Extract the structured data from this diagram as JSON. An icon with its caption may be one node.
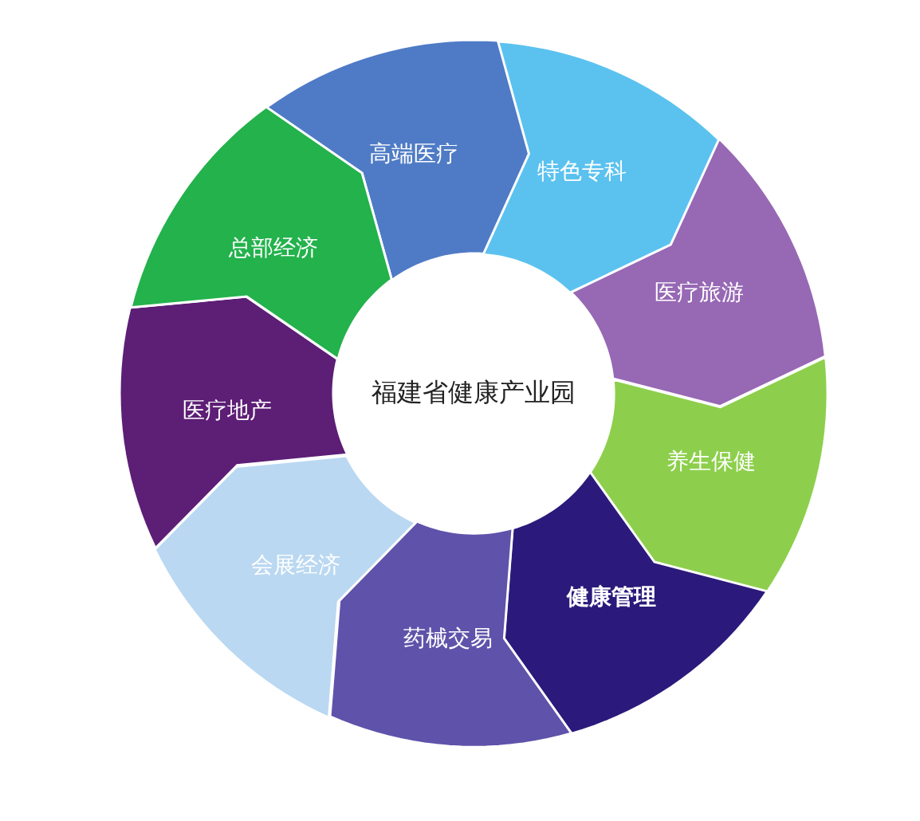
{
  "diagram": {
    "nodes": [
      {
        "text": [
          "福建省健康产业园"
        ]
      },
      {
        "text": [
          "高端医疗"
        ]
      },
      {
        "text": [
          "特色专科"
        ]
      },
      {
        "text": [
          "医疗旅游"
        ]
      },
      {
        "text": [
          "养生保健"
        ]
      },
      {
        "text": [
          "健康管理"
        ]
      },
      {
        "text": [
          "药械交易"
        ]
      },
      {
        "text": [
          "会展经济"
        ]
      },
      {
        "text": [
          "医疗地产"
        ]
      },
      {
        "text": [
          "总部经济"
        ]
      }
    ]
  }
}
